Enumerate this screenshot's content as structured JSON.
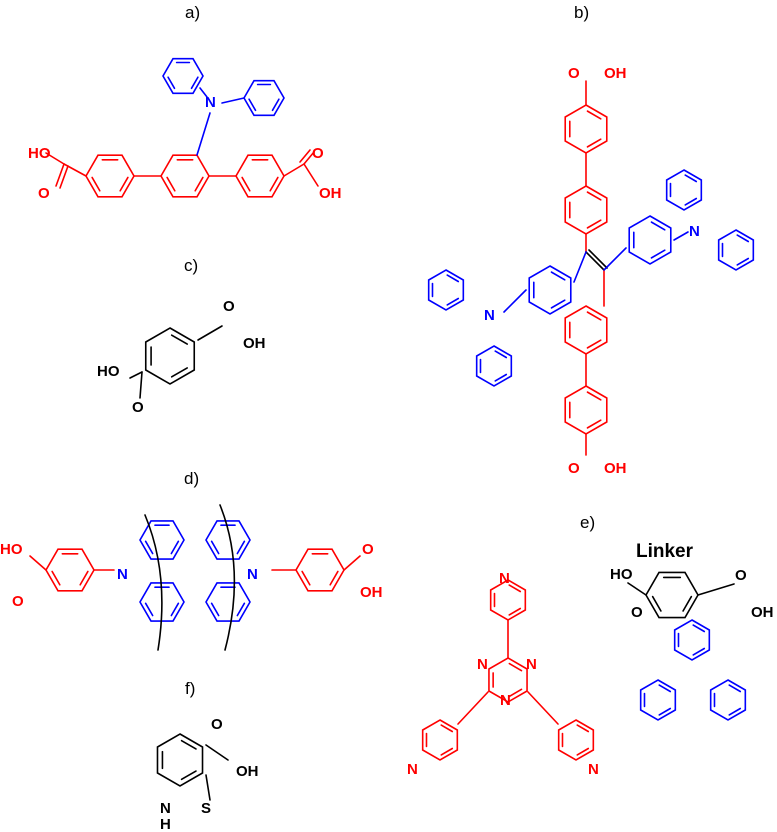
{
  "panels": {
    "a": {
      "label": "a)",
      "atoms": {
        "ho": "HO",
        "oh": "OH",
        "o1": "O",
        "o2": "O",
        "n": "N"
      }
    },
    "b": {
      "label": "b)",
      "atoms": {
        "o_top": "O",
        "oh_top": "OH",
        "o_bot": "O",
        "oh_bot": "OH",
        "n1": "N",
        "n2": "N"
      }
    },
    "c": {
      "label": "c)",
      "atoms": {
        "o1": "O",
        "oh": "OH",
        "ho": "HO",
        "o2": "O"
      }
    },
    "d": {
      "label": "d)",
      "atoms": {
        "ho": "HO",
        "o1": "O",
        "n1": "N",
        "n2": "N",
        "o2": "O",
        "oh": "OH"
      }
    },
    "e": {
      "label": "e)",
      "title": "Linker",
      "atoms": {
        "ho": "HO",
        "o1": "O",
        "o2": "O",
        "oh": "OH",
        "n1": "N",
        "n2": "N",
        "n3": "N",
        "py1": "N",
        "py2": "N",
        "py3": "N"
      }
    },
    "f": {
      "label": "f)",
      "atoms": {
        "o": "O",
        "oh": "OH",
        "nh_n": "N",
        "nh_h": "H",
        "s": "S"
      }
    }
  },
  "colors": {
    "linker_part": "#ff0000",
    "chromophore_part": "#0000ff",
    "plain": "#000000"
  }
}
